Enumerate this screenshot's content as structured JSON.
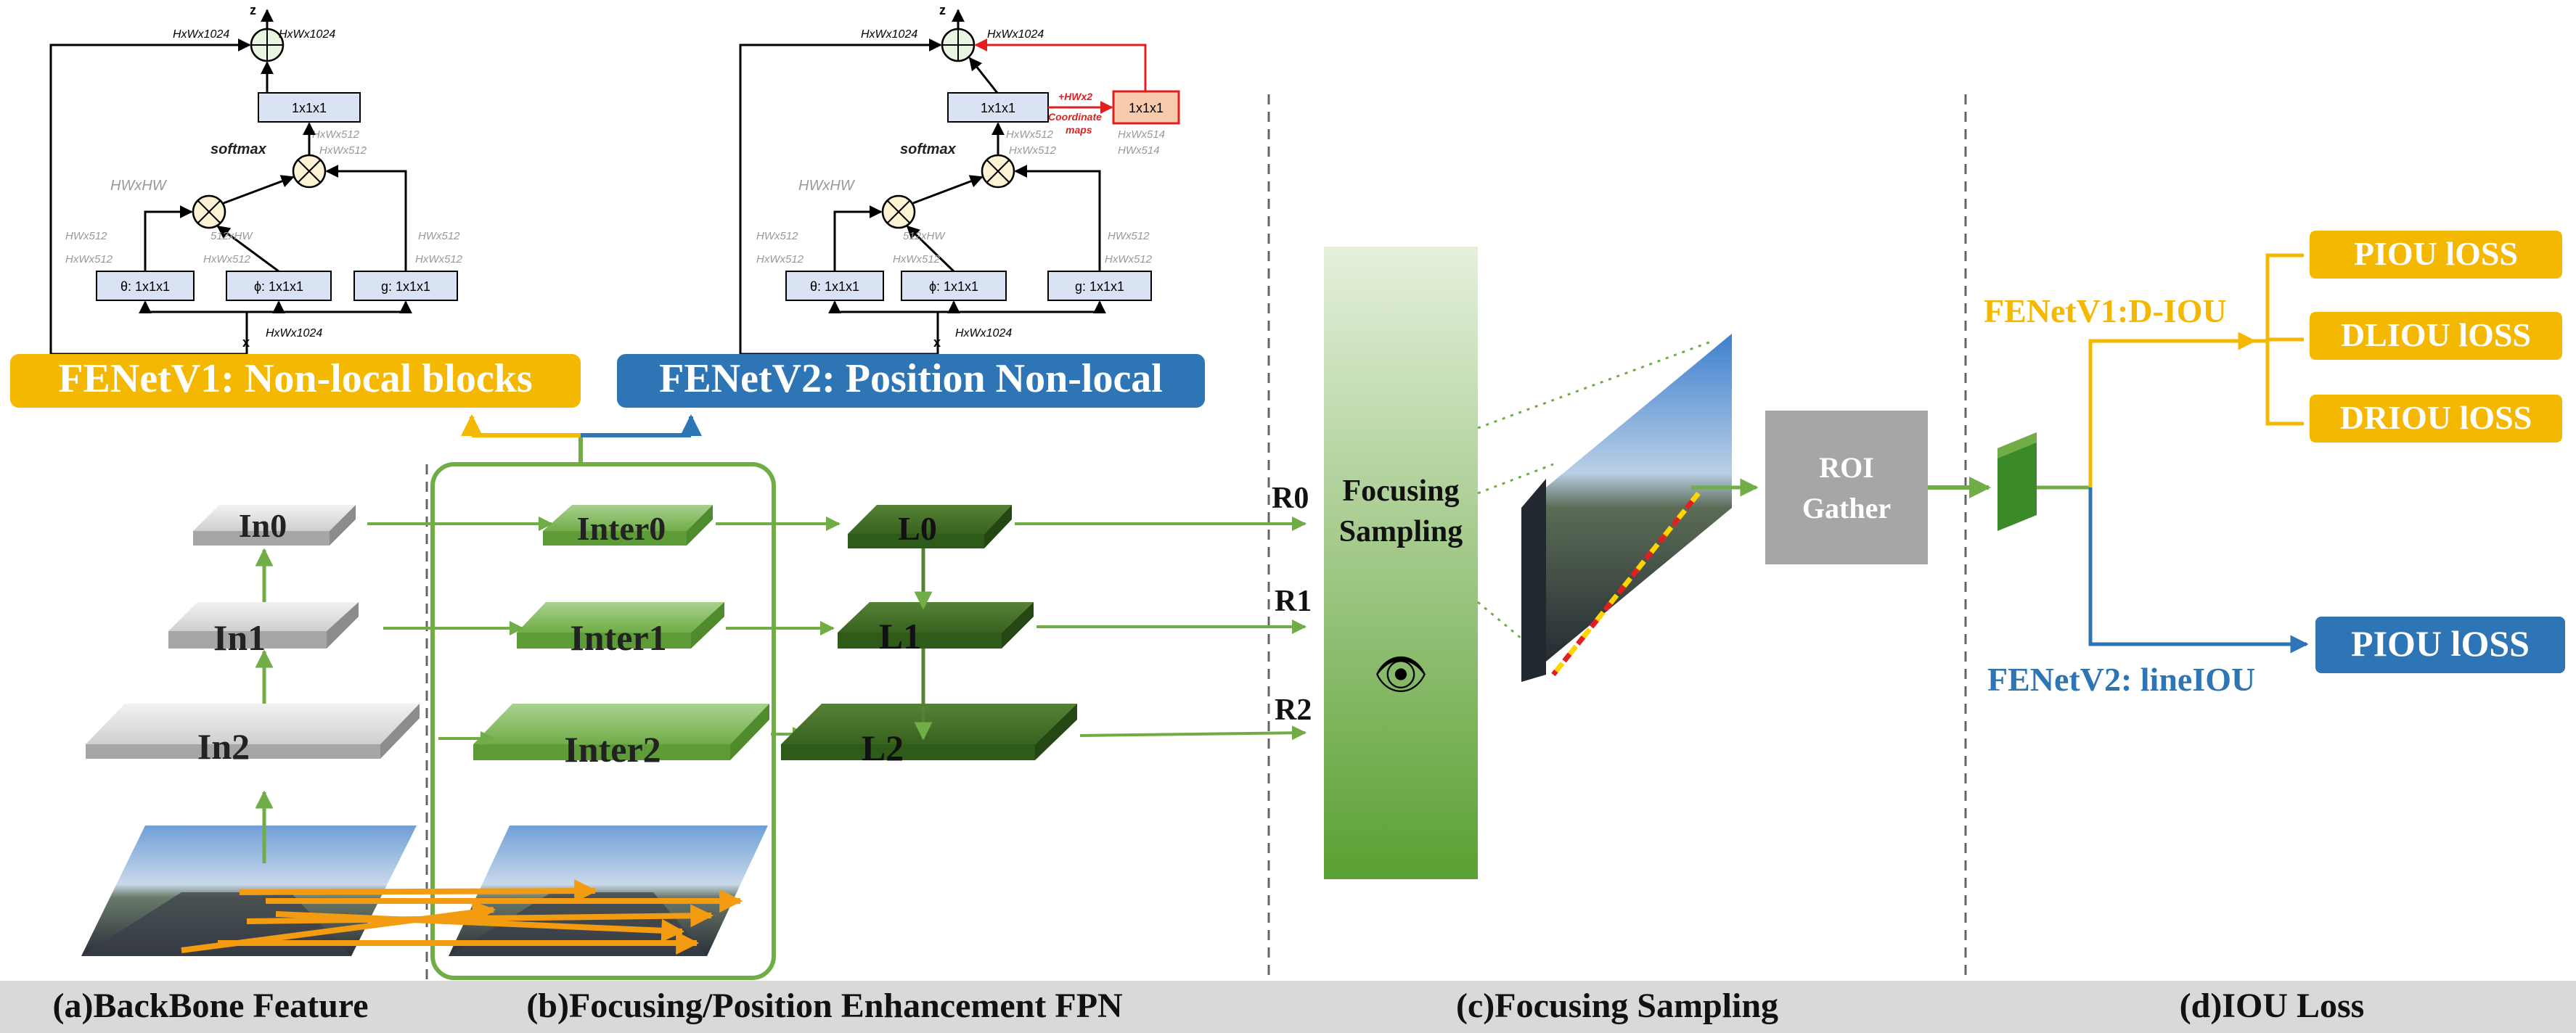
{
  "colors": {
    "yellow": "#f5b800",
    "blue": "#2e75b6",
    "green": "#70ad47",
    "dark_green": "#2e6b2a",
    "red": "#e02020",
    "gray": "#a6a6a6",
    "light_blue_box": "#dae3f3",
    "bottom_bar": "#d9d9d9"
  },
  "nonlocal_v1": {
    "title": "FENetV1: Non-local blocks",
    "z": "z",
    "x": "x",
    "top_left_dim": "HxWx1024",
    "top_right_dim": "HxWx1024",
    "conv_out": "1x1x1",
    "softmax": "softmax",
    "hwxhw": "HWxHW",
    "dim_after_mul": "HxWx512",
    "dim_below_conv": "HxWx512",
    "theta": "θ: 1x1x1",
    "phi": "ϕ: 1x1x1",
    "g": "g: 1x1x1",
    "theta_dim1": "HWx512",
    "theta_dim2": "HxWx512",
    "phi_dim1": "512xHW",
    "phi_dim2": "HxWx512",
    "g_dim1": "HWx512",
    "g_dim2": "HxWx512",
    "input_dim": "HxWx1024"
  },
  "nonlocal_v2": {
    "title": "FENetV2: Position Non-local",
    "z": "z",
    "x": "x",
    "top_left_dim": "HxWx1024",
    "top_right_dim": "HxWx1024",
    "conv_out": "1x1x1",
    "conv_red": "1x1x1",
    "hwx2": "+HWx2",
    "coord": "Coordinate",
    "maps": "maps",
    "dim_a": "HxWx514",
    "dim_b": "HWx514",
    "softmax": "softmax",
    "hwxhw": "HWxHW",
    "dim_after_mul": "HxWx512",
    "dim_below_conv": "HxWx512",
    "theta": "θ: 1x1x1",
    "phi": "ϕ: 1x1x1",
    "g": "g: 1x1x1",
    "theta_dim1": "HWx512",
    "theta_dim2": "HxWx512",
    "phi_dim1": "512xHW",
    "phi_dim2": "HxWx512",
    "g_dim1": "HWx512",
    "g_dim2": "HxWx512",
    "input_dim": "HxWx1024"
  },
  "backbone": {
    "in0": "In0",
    "in1": "In1",
    "in2": "In2"
  },
  "fpn": {
    "inter0": "Inter0",
    "inter1": "Inter1",
    "inter2": "Inter2",
    "l0": "L0",
    "l1": "L1",
    "l2": "L2"
  },
  "sampling": {
    "r0": "R0",
    "r1": "R1",
    "r2": "R2",
    "focusing_line1": "Focusing",
    "focusing_line2": "Sampling",
    "eye": "👁",
    "roi_line1": "ROI",
    "roi_line2": "Gather"
  },
  "loss": {
    "v1_label": "FENetV1:D-IOU",
    "v2_label": "FENetV2: lineIOU",
    "piou": "PIOU lOSS",
    "dliou": "DLIOU lOSS",
    "driou": "DRIOU lOSS",
    "piou_v2": "PIOU lOSS"
  },
  "sections": {
    "a": "(a)BackBone Feature",
    "b": "(b)Focusing/Position Enhancement FPN",
    "c": "(c)Focusing Sampling",
    "d": "(d)IOU Loss"
  }
}
